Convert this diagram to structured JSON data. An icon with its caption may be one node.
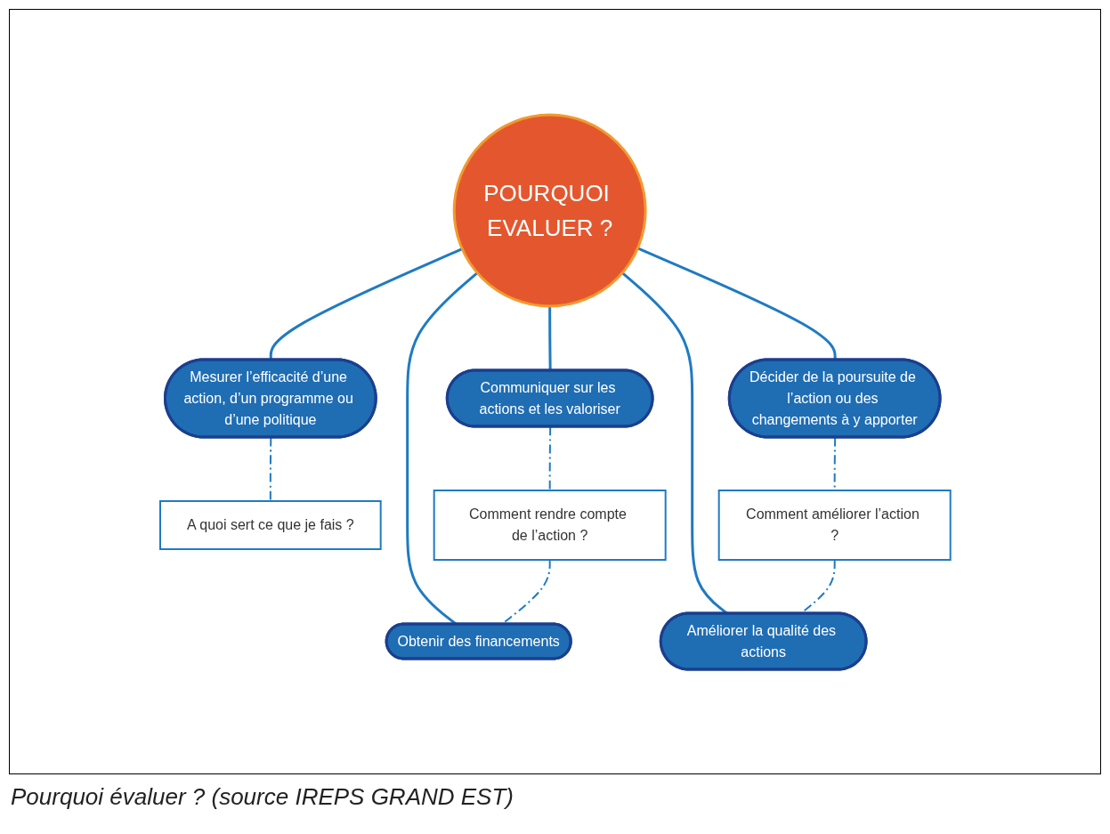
{
  "diagram": {
    "caption": "Pourquoi évaluer ? (source IREPS GRAND EST)",
    "nodes": [
      {
        "text": [
          "A quoi sert ce que je fais ?"
        ]
      },
      {
        "text": [
          "Mesurer l’efficacité d’une action, d’un programme ou d’une politique"
        ]
      },
      {
        "text": [
          "Communiquer sur les actions et les valoriser"
        ]
      },
      {
        "text": [
          "Décider de la poursuite de l’action ou des changements à y apporter"
        ]
      },
      {
        "text": [
          "POURQUOI EVALUER ?"
        ]
      },
      {
        "text": [
          "Comment rendre compte de l’action ?"
        ]
      },
      {
        "text": [
          "Comment améliorer l’action ?"
        ]
      },
      {
        "text": [
          "Obtenir des financements"
        ]
      },
      {
        "text": [
          "Améliorer la qualité des actions"
        ]
      }
    ],
    "edges": [
      {
        "from": 4,
        "to": 1,
        "arrow": "none"
      },
      {
        "from": 4,
        "to": 2,
        "arrow": "none"
      },
      {
        "from": 4,
        "to": 3,
        "arrow": "none"
      },
      {
        "from": 4,
        "to": 7,
        "arrow": "none"
      },
      {
        "from": 4,
        "to": 8,
        "arrow": "none"
      },
      {
        "from": 1,
        "to": 0,
        "arrow": "none",
        "style": "dashed"
      },
      {
        "from": 2,
        "to": 5,
        "arrow": "none",
        "style": "dashed"
      },
      {
        "from": 5,
        "to": 7,
        "arrow": "none",
        "style": "dashed"
      },
      {
        "from": 3,
        "to": 6,
        "arrow": "none",
        "style": "dashed"
      },
      {
        "from": 6,
        "to": 8,
        "arrow": "none",
        "style": "dashed"
      }
    ]
  }
}
